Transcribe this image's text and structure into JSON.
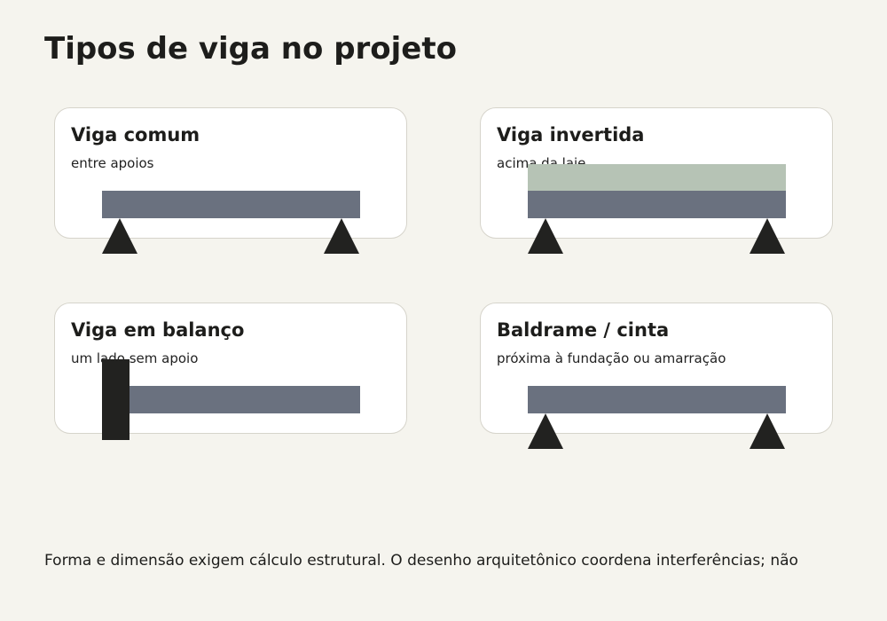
{
  "page_title": "Tipos de viga no projeto",
  "cards": [
    {
      "title": "Viga comum",
      "subtitle": "entre apoios"
    },
    {
      "title": "Viga invertida",
      "subtitle": "acima da laje"
    },
    {
      "title": "Viga em balanço",
      "subtitle": "um lado sem apoio"
    },
    {
      "title": "Baldrame / cinta",
      "subtitle": "próxima à fundação ou amarração"
    }
  ],
  "footer_note": "Forma e dimensão exigem cálculo estrutural. O desenho arquitetônico coordena interferências; não",
  "colors": {
    "background": "#f5f4ee",
    "card": "#ffffff",
    "beam": "#6a717f",
    "slab": "#b6c3b5",
    "support": "#222220"
  }
}
